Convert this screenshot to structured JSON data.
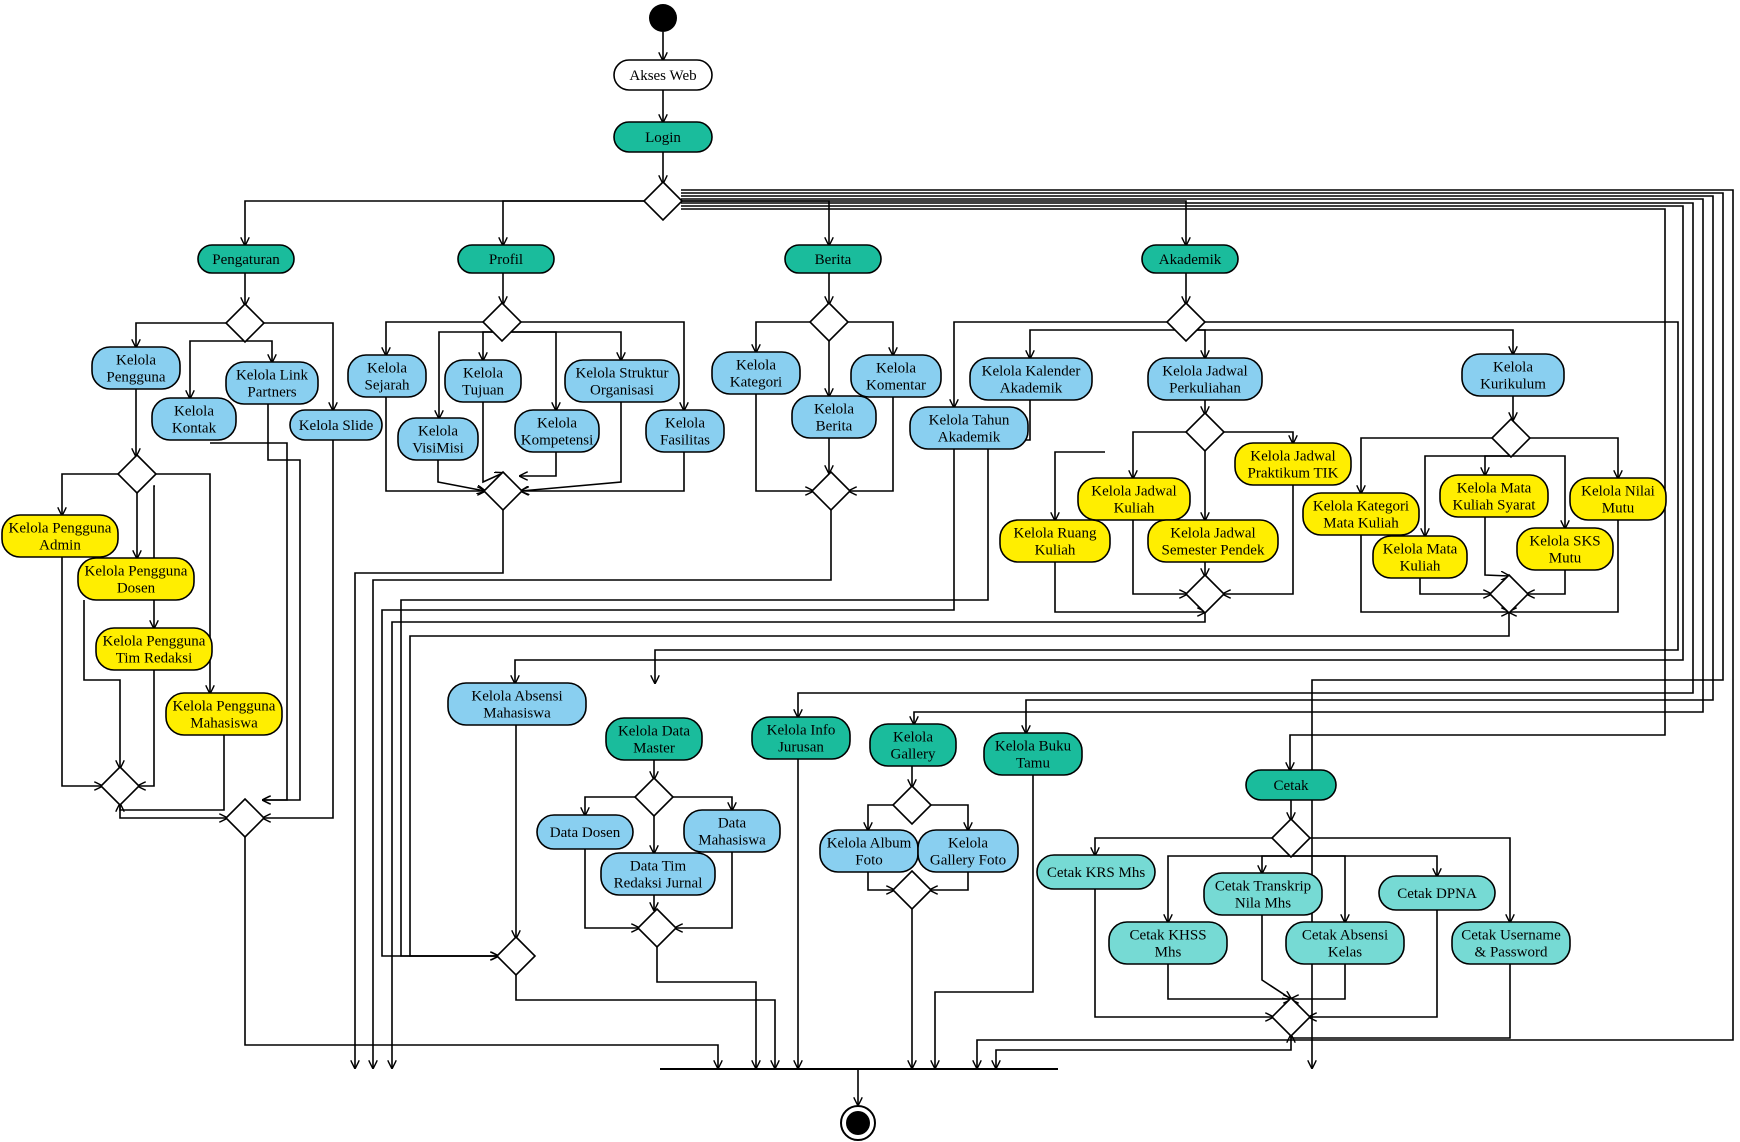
{
  "colors": {
    "white": "#ffffff",
    "green": "#1abc9c",
    "blue": "#89cff0",
    "yellow": "#ffee00",
    "cyan": "#76dad4",
    "line": "#000000"
  },
  "nodes": {
    "akses_web": {
      "label": [
        "Akses Web"
      ],
      "color": "white"
    },
    "login": {
      "label": [
        "Login"
      ],
      "color": "green"
    },
    "pengaturan": {
      "label": [
        "Pengaturan"
      ],
      "color": "green"
    },
    "profil": {
      "label": [
        "Profil"
      ],
      "color": "green"
    },
    "berita": {
      "label": [
        "Berita"
      ],
      "color": "green"
    },
    "akademik": {
      "label": [
        "Akademik"
      ],
      "color": "green"
    },
    "kelola_pengguna": {
      "label": [
        "Kelola",
        "Pengguna"
      ],
      "color": "blue"
    },
    "kelola_kontak": {
      "label": [
        "Kelola",
        "Kontak"
      ],
      "color": "blue"
    },
    "kelola_link_partners": {
      "label": [
        "Kelola Link",
        "Partners"
      ],
      "color": "blue"
    },
    "kelola_slide": {
      "label": [
        "Kelola Slide"
      ],
      "color": "blue"
    },
    "pengguna_admin": {
      "label": [
        "Kelola Pengguna",
        "Admin"
      ],
      "color": "yellow"
    },
    "pengguna_dosen": {
      "label": [
        "Kelola Pengguna",
        "Dosen"
      ],
      "color": "yellow"
    },
    "pengguna_tim_redaksi": {
      "label": [
        "Kelola Pengguna",
        "Tim Redaksi"
      ],
      "color": "yellow"
    },
    "pengguna_mahasiswa": {
      "label": [
        "Kelola Pengguna",
        "Mahasiswa"
      ],
      "color": "yellow"
    },
    "kelola_sejarah": {
      "label": [
        "Kelola",
        "Sejarah"
      ],
      "color": "blue"
    },
    "kelola_tujuan": {
      "label": [
        "Kelola",
        "Tujuan"
      ],
      "color": "blue"
    },
    "kelola_visimisi": {
      "label": [
        "Kelola",
        "VisiMisi"
      ],
      "color": "blue"
    },
    "kelola_kompetensi": {
      "label": [
        "Kelola",
        "Kompetensi"
      ],
      "color": "blue"
    },
    "kelola_struktur": {
      "label": [
        "Kelola Struktur",
        "Organisasi"
      ],
      "color": "blue"
    },
    "kelola_fasilitas": {
      "label": [
        "Kelola",
        "Fasilitas"
      ],
      "color": "blue"
    },
    "kelola_kategori": {
      "label": [
        "Kelola",
        "Kategori"
      ],
      "color": "blue"
    },
    "kelola_berita": {
      "label": [
        "Kelola",
        "Berita"
      ],
      "color": "blue"
    },
    "kelola_komentar": {
      "label": [
        "Kelola",
        "Komentar"
      ],
      "color": "blue"
    },
    "kelola_kalender": {
      "label": [
        "Kelola Kalender",
        "Akademik"
      ],
      "color": "blue"
    },
    "kelola_tahun": {
      "label": [
        "Kelola Tahun",
        "Akademik"
      ],
      "color": "blue"
    },
    "kelola_jadwal_perkuliahan": {
      "label": [
        "Kelola Jadwal",
        "Perkuliahan"
      ],
      "color": "blue"
    },
    "kelola_kurikulum": {
      "label": [
        "Kelola",
        "Kurikulum"
      ],
      "color": "blue"
    },
    "jadwal_praktikum": {
      "label": [
        "Kelola Jadwal",
        "Praktikum TIK"
      ],
      "color": "yellow"
    },
    "jadwal_kuliah": {
      "label": [
        "Kelola Jadwal",
        "Kuliah"
      ],
      "color": "yellow"
    },
    "ruang_kuliah": {
      "label": [
        "Kelola Ruang",
        "Kuliah"
      ],
      "color": "yellow"
    },
    "jadwal_semester_pendek": {
      "label": [
        "Kelola Jadwal",
        "Semester Pendek"
      ],
      "color": "yellow"
    },
    "kategori_mata_kuliah": {
      "label": [
        "Kelola Kategori",
        "Mata Kuliah"
      ],
      "color": "yellow"
    },
    "mata_kuliah_syarat": {
      "label": [
        "Kelola Mata",
        "Kuliah Syarat"
      ],
      "color": "yellow"
    },
    "nilai_mutu": {
      "label": [
        "Kelola Nilai",
        "Mutu"
      ],
      "color": "yellow"
    },
    "mata_kuliah": {
      "label": [
        "Kelola Mata",
        "Kuliah"
      ],
      "color": "yellow"
    },
    "sks_mutu": {
      "label": [
        "Kelola SKS",
        "Mutu"
      ],
      "color": "yellow"
    },
    "absensi_mahasiswa": {
      "label": [
        "Kelola Absensi",
        "Mahasiswa"
      ],
      "color": "blue"
    },
    "data_master": {
      "label": [
        "Kelola Data",
        "Master"
      ],
      "color": "green"
    },
    "info_jurusan": {
      "label": [
        "Kelola Info",
        "Jurusan"
      ],
      "color": "green"
    },
    "gallery": {
      "label": [
        "Kelola",
        "Gallery"
      ],
      "color": "green"
    },
    "buku_tamu": {
      "label": [
        "Kelola Buku",
        "Tamu"
      ],
      "color": "green"
    },
    "data_dosen": {
      "label": [
        "Data Dosen"
      ],
      "color": "blue"
    },
    "data_mahasiswa": {
      "label": [
        "Data",
        "Mahasiswa"
      ],
      "color": "blue"
    },
    "data_tim_redaksi": {
      "label": [
        "Data Tim",
        "Redaksi Jurnal"
      ],
      "color": "blue"
    },
    "album_foto": {
      "label": [
        "Kelola Album",
        "Foto"
      ],
      "color": "blue"
    },
    "gallery_foto": {
      "label": [
        "Kelola",
        "Gallery Foto"
      ],
      "color": "blue"
    },
    "cetak": {
      "label": [
        "Cetak"
      ],
      "color": "green"
    },
    "cetak_krs": {
      "label": [
        "Cetak KRS Mhs"
      ],
      "color": "cyan"
    },
    "cetak_transkrip": {
      "label": [
        "Cetak Transkrip",
        "Nila Mhs"
      ],
      "color": "cyan"
    },
    "cetak_dpna": {
      "label": [
        "Cetak DPNA"
      ],
      "color": "cyan"
    },
    "cetak_khss": {
      "label": [
        "Cetak KHSS",
        "Mhs"
      ],
      "color": "cyan"
    },
    "cetak_absensi_kelas": {
      "label": [
        "Cetak Absensi",
        "Kelas"
      ],
      "color": "cyan"
    },
    "cetak_username": {
      "label": [
        "Cetak Username",
        "& Password"
      ],
      "color": "cyan"
    }
  }
}
